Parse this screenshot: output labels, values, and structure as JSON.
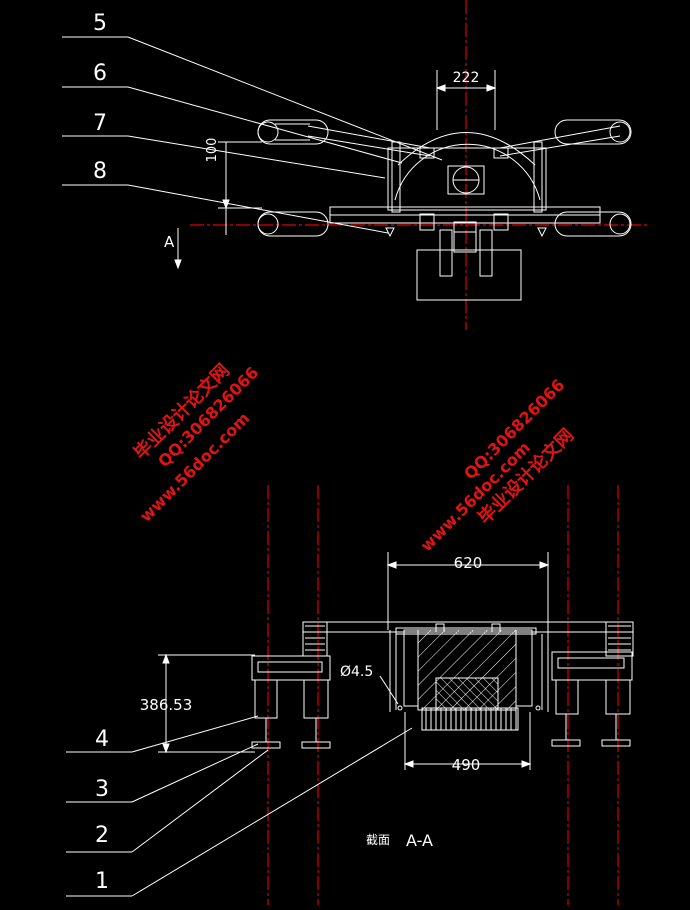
{
  "callouts": {
    "c5": "5",
    "c6": "6",
    "c7": "7",
    "c8": "8",
    "c4": "4",
    "c3": "3",
    "c2": "2",
    "c1": "1"
  },
  "dimensions": {
    "d222": "222",
    "d100": "100",
    "d620": "620",
    "d490": "490",
    "d386": "386.53",
    "dia": "Ø4.5"
  },
  "section_marker": "A",
  "section_title": {
    "prefix": "截面",
    "name": "A-A"
  },
  "watermarks": {
    "left_cn": "毕业设计论文网",
    "left_url": "www.56doc.com",
    "left_qq": "QQ:306826066",
    "right_cn": "毕业设计论文网",
    "right_url": "www.56doc.com",
    "right_qq": "QQ:306826066"
  },
  "colors": {
    "background": "#000000",
    "outline": "#ffffff",
    "centerline": "#e00000",
    "watermark": "#e01414"
  }
}
